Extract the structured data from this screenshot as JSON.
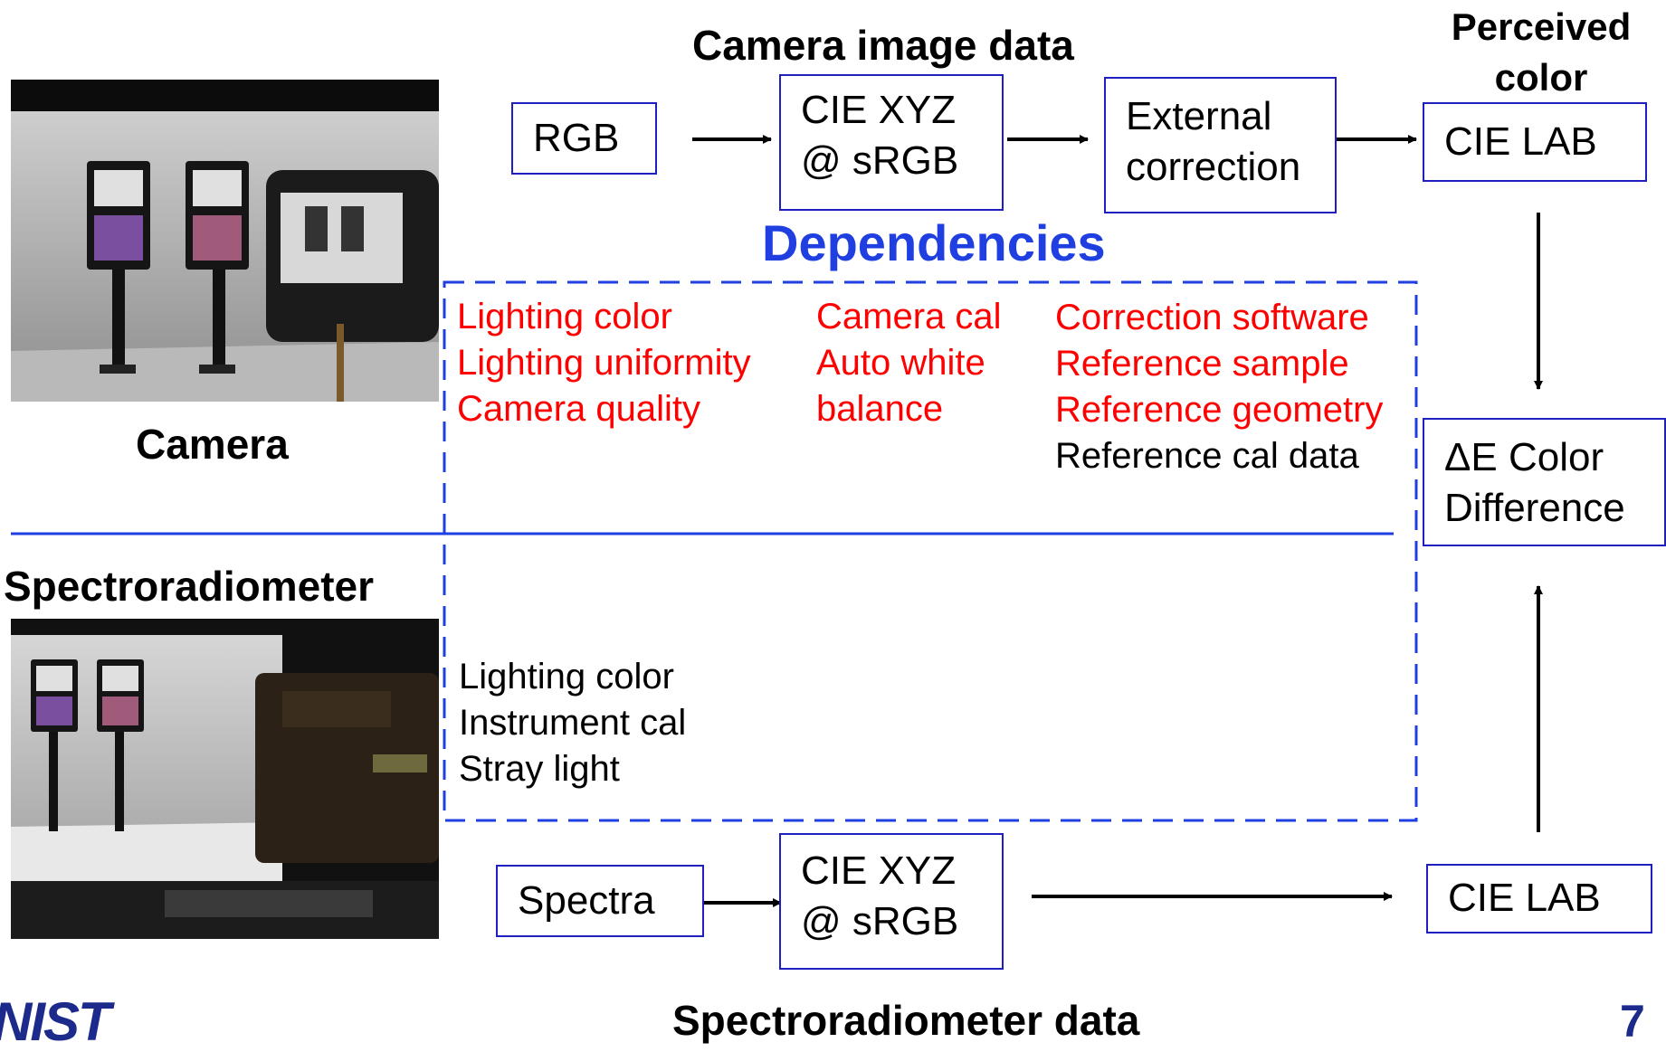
{
  "colors": {
    "box_border": "#1f1fbf",
    "dashed": "#1f3fe0",
    "divider": "#1f3fe0",
    "dependency_red": "#ff0000",
    "dependencies_title": "#1f3fe0",
    "nist_blue": "#1c2a8c"
  },
  "left": {
    "camera_label": "Camera",
    "spectro_label": "Spectroradiometer"
  },
  "camera_flow": {
    "title": "Camera image data",
    "rgb": "RGB",
    "xyz_line1": "CIE XYZ",
    "xyz_line2": "@ sRGB",
    "ext_line1": "External",
    "ext_line2": "correction",
    "perceived_line1": "Perceived",
    "perceived_line2": "color",
    "lab": "CIE LAB"
  },
  "dependencies": {
    "title": "Dependencies",
    "col1": [
      "Lighting color",
      "Lighting uniformity",
      "Camera quality"
    ],
    "col2": [
      "Camera cal",
      "Auto white",
      "balance"
    ],
    "col3_red": [
      "Correction software",
      "Reference sample",
      "Reference geometry"
    ],
    "col3_black": [
      "Reference cal data"
    ],
    "spectro": [
      "Lighting color",
      "Instrument cal",
      "Stray light"
    ]
  },
  "delta_e": {
    "line1": "ΔE Color",
    "line2": "Difference"
  },
  "spectro_flow": {
    "spectra": "Spectra",
    "xyz_line1": "CIE XYZ",
    "xyz_line2": "@ sRGB",
    "lab": "CIE LAB",
    "title": "Spectroradiometer data"
  },
  "footer": {
    "logo": "NIST",
    "page_number": "7"
  }
}
